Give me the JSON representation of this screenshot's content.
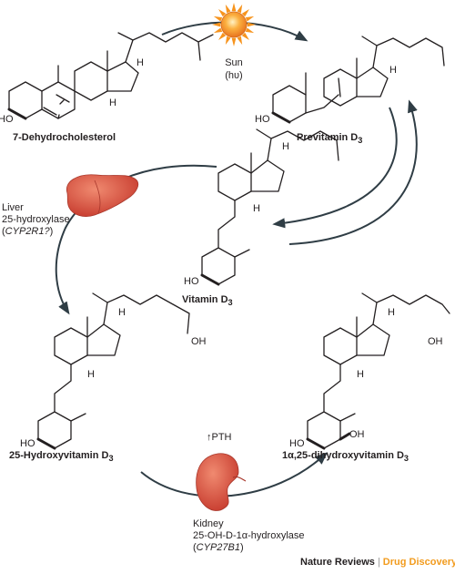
{
  "colors": {
    "line": "#231f20",
    "arrow": "#2f3d45",
    "sun": "#f7941d",
    "organ": "#e0574a",
    "accent": "#f29b1d"
  },
  "icons": [
    "sun-icon",
    "liver-icon",
    "kidney-icon"
  ],
  "sun": {
    "label1": "Sun",
    "label2": "(hυ)"
  },
  "liver": {
    "line1": "Liver",
    "line2": "25-hydroxylase",
    "line3": "(CYP2R1?)"
  },
  "kidney": {
    "line1": "Kidney",
    "line2": "25-OH-D-1α-hydroxylase",
    "line3": "(CYP27B1)"
  },
  "pth": "↑PTH",
  "molecules": {
    "dehydro": {
      "name": "7-Dehydrocholesterol",
      "ho": "HO",
      "h1": "H",
      "h2": "H"
    },
    "previtamin": {
      "name": "Previtamin D",
      "sub": "3",
      "ho": "HO",
      "h": "H"
    },
    "vitamin": {
      "name": "Vitamin D",
      "sub": "3",
      "ho": "HO",
      "h1": "H",
      "h2": "H"
    },
    "hydroxy25": {
      "name": "25-Hydroxyvitamin D",
      "sub": "3",
      "ho": "HO",
      "oh": "OH",
      "h1": "H",
      "h2": "H"
    },
    "dihydroxy": {
      "name": "1α,25-dihydroxyvitamin D",
      "sub": "3",
      "ho": "HO",
      "oh1": "OH",
      "oh2": "OH",
      "h1": "H",
      "h2": "H"
    }
  },
  "footer": {
    "left": "Nature Reviews",
    "sep": "|",
    "right": "Drug Discovery"
  }
}
